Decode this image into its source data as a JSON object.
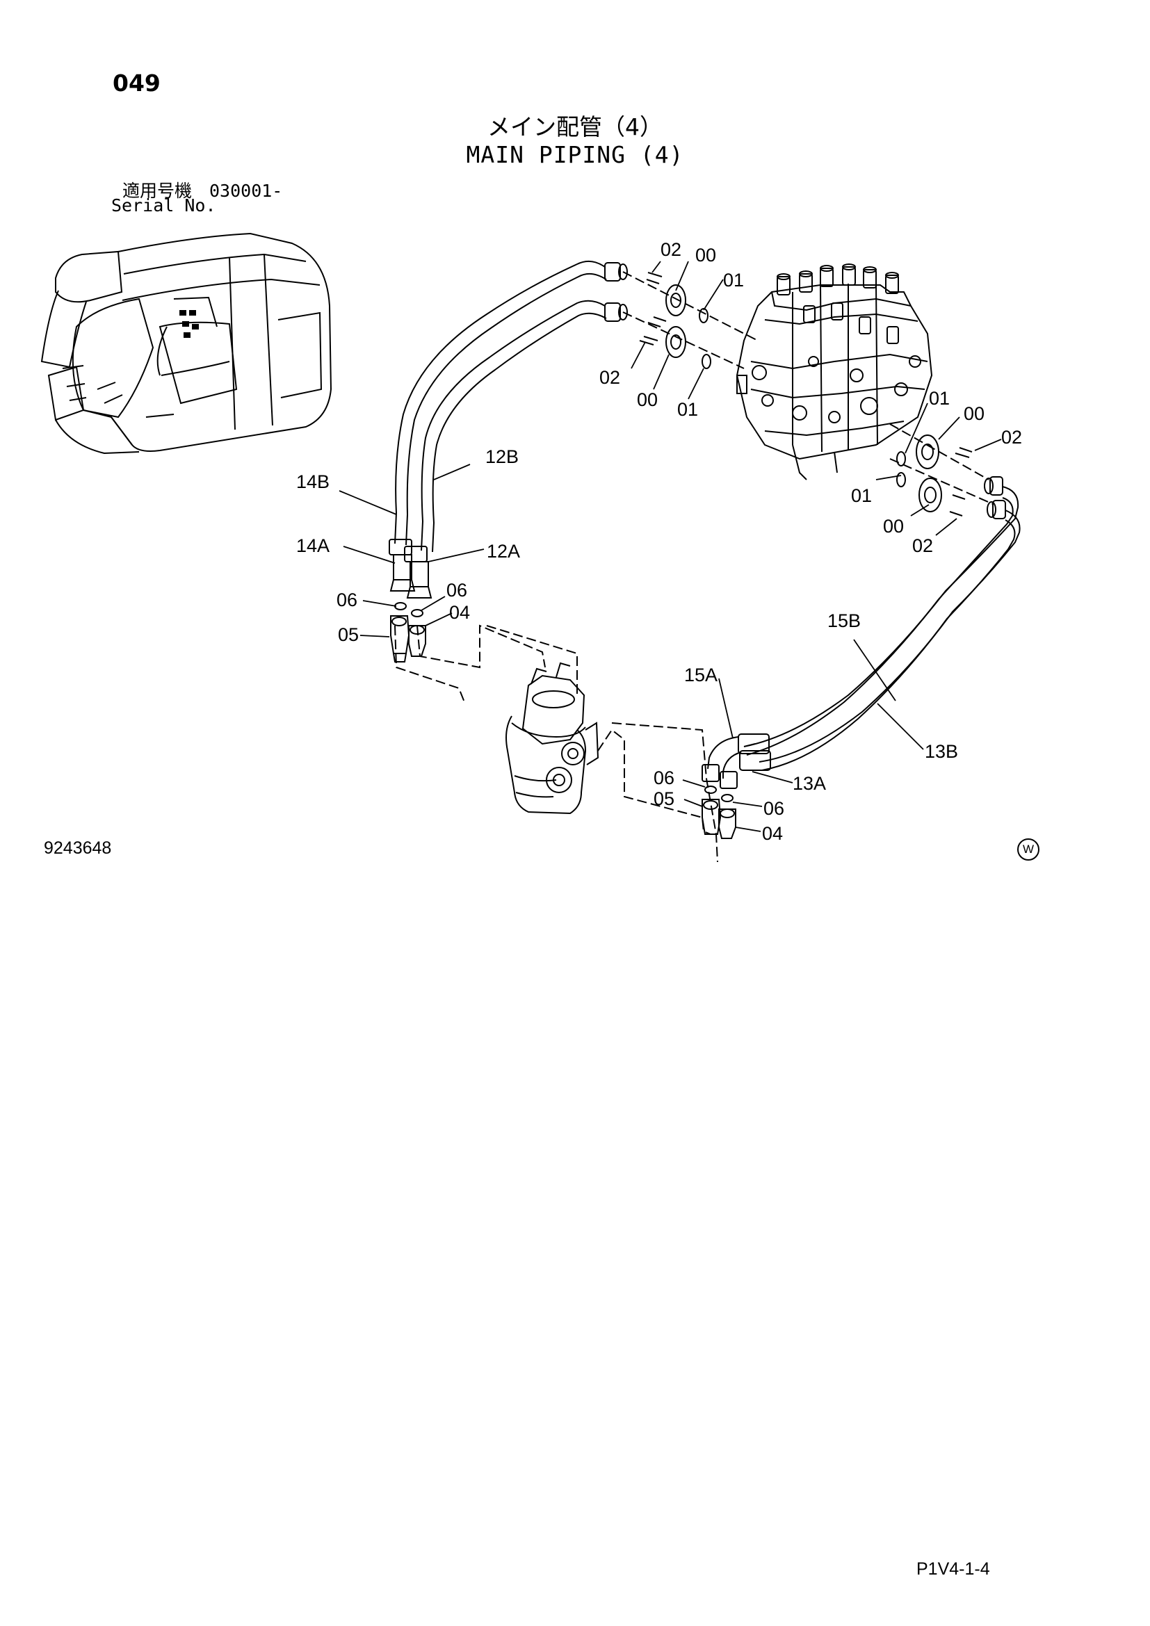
{
  "page_number": "049",
  "title_jp": "メイン配管（4）",
  "title_en": "MAIN PIPING (4)",
  "serial_jp": "適用号機　030001-",
  "serial_en": "Serial No.",
  "drawing_number": "9243648",
  "sheet_ref": "P1V4-1-4",
  "w_mark": "W",
  "part_labels": {
    "cv_top_02": "02",
    "cv_top_00": "00",
    "cv_top_01": "01",
    "cv_mid_02": "02",
    "cv_mid_00": "00",
    "cv_mid_01": "01",
    "cv_r1_01": "01",
    "cv_r1_00": "00",
    "cv_r1_02": "02",
    "cv_r2_01": "01",
    "cv_r2_00": "00",
    "cv_r2_02": "02",
    "hose_12B": "12B",
    "hose_14B": "14B",
    "hose_14A": "14A",
    "hose_12A": "12A",
    "left_06a": "06",
    "left_06b": "06",
    "left_04": "04",
    "left_05": "05",
    "hose_15B": "15B",
    "hose_15A": "15A",
    "hose_13B": "13B",
    "hose_13A": "13A",
    "right_06a": "06",
    "right_05": "05",
    "right_06b": "06",
    "right_04": "04"
  }
}
